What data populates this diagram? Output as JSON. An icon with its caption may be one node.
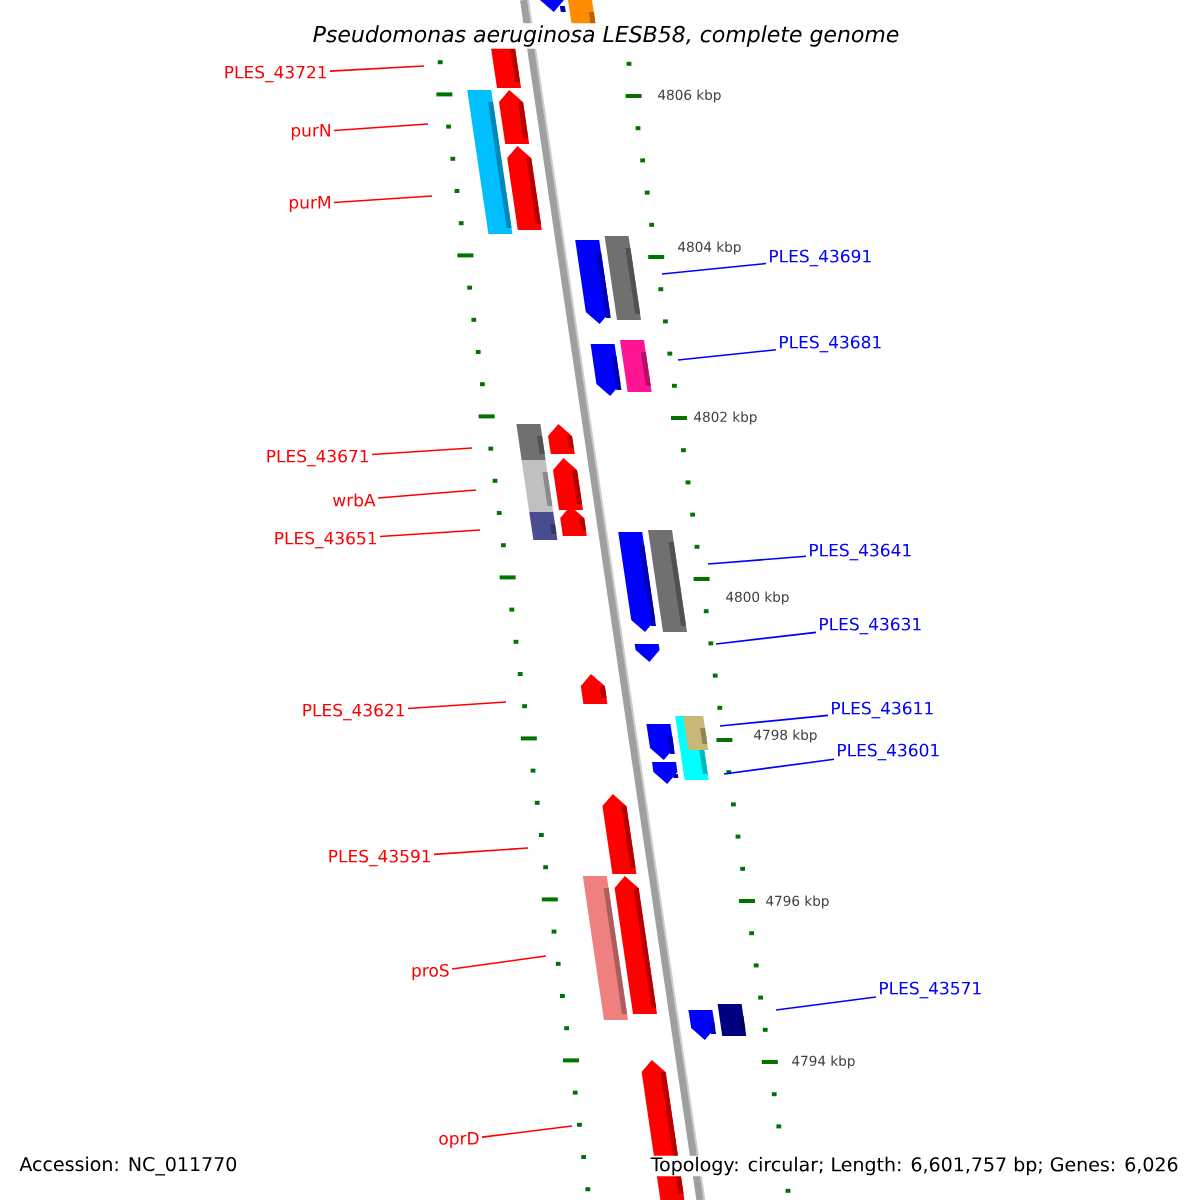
{
  "diagram": {
    "title": "Pseudomonas aeruginosa LESB58, complete genome",
    "nodes": [
      {
        "text": [
          "PLES_43721"
        ]
      },
      {
        "text": [
          "purN"
        ]
      },
      {
        "text": [
          "purM"
        ]
      },
      {
        "text": [
          "PLES_43691"
        ]
      },
      {
        "text": [
          "PLES_43681"
        ]
      },
      {
        "text": [
          "PLES_43671"
        ]
      },
      {
        "text": [
          "wrbA"
        ]
      },
      {
        "text": [
          "PLES_43651"
        ]
      },
      {
        "text": [
          "PLES_43641"
        ]
      },
      {
        "text": [
          "PLES_43631"
        ]
      },
      {
        "text": [
          "PLES_43621"
        ]
      },
      {
        "text": [
          "PLES_43611"
        ]
      },
      {
        "text": [
          "PLES_43601"
        ]
      },
      {
        "text": [
          "PLES_43591"
        ]
      },
      {
        "text": [
          "proS"
        ]
      },
      {
        "text": [
          "PLES_43571"
        ]
      },
      {
        "text": [
          "oprD"
        ]
      }
    ],
    "edges": [
      {
        "from": 0,
        "to": null,
        "arrow": "none"
      },
      {
        "from": 1,
        "to": null,
        "arrow": "none"
      },
      {
        "from": 2,
        "to": null,
        "arrow": "none"
      },
      {
        "from": 3,
        "to": null,
        "arrow": "none",
        "color": "#0000ff"
      },
      {
        "from": 4,
        "to": null,
        "arrow": "none",
        "color": "#0000ff"
      },
      {
        "from": 5,
        "to": null,
        "arrow": "none"
      },
      {
        "from": 6,
        "to": null,
        "arrow": "none"
      },
      {
        "from": 7,
        "to": null,
        "arrow": "none"
      },
      {
        "from": 8,
        "to": null,
        "arrow": "none",
        "color": "#0000ff"
      },
      {
        "from": 9,
        "to": null,
        "arrow": "none",
        "color": "#0000ff"
      },
      {
        "from": 10,
        "to": null,
        "arrow": "none"
      },
      {
        "from": 11,
        "to": null,
        "arrow": "none",
        "color": "#0000ff"
      },
      {
        "from": 12,
        "to": null,
        "arrow": "none",
        "color": "#0000ff"
      },
      {
        "from": 13,
        "to": null,
        "arrow": "none"
      },
      {
        "from": 14,
        "to": null,
        "arrow": "none"
      },
      {
        "from": 15,
        "to": null,
        "arrow": "none",
        "color": "#0000ff"
      },
      {
        "from": 16,
        "to": null,
        "arrow": "none"
      }
    ],
    "labels": [
      "4806 kbp",
      "4804 kbp",
      "4802 kbp",
      "4800 kbp",
      "4798 kbp",
      "4796 kbp",
      "4794 kbp",
      "Accession: NC_011770",
      "Topology: circular; Length: 6,601,757 bp; Genes: 6,026"
    ]
  }
}
